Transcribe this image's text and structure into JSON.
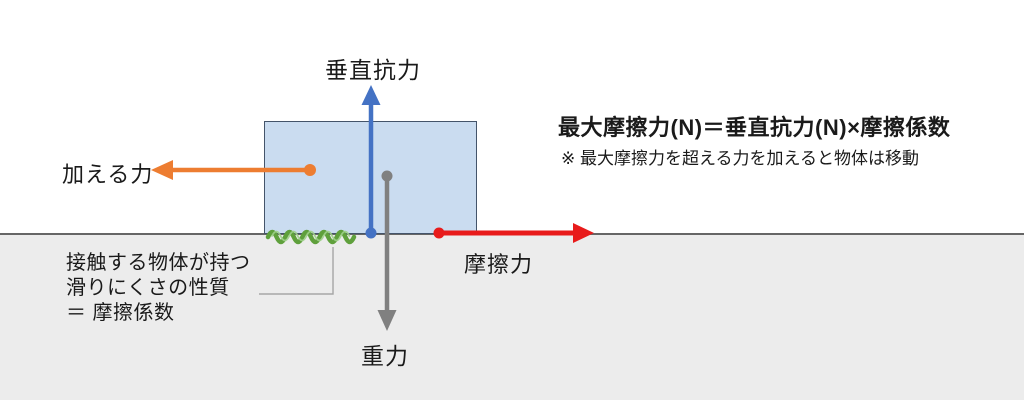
{
  "formula": {
    "line1": "最大摩擦力(N)＝垂直抗力(N)×摩擦係数",
    "line2": "※ 最大摩擦力を超える力を加えると物体は移動"
  },
  "labels": {
    "normal_force": "垂直抗力",
    "applied_force": "加える力",
    "friction_force": "摩擦力",
    "gravity": "重力"
  },
  "note": {
    "line1": "接触する物体が持つ",
    "line2": "滑りにくさの性質",
    "line3": "＝ 摩擦係数"
  },
  "colors": {
    "normal_force": "#4472c4",
    "applied_force": "#ed7d31",
    "friction_force": "#e81b1b",
    "gravity": "#808080",
    "box_fill": "#cadcf0",
    "box_border": "#44546a",
    "ground_fill": "#ececec",
    "ground_line": "#666666",
    "squiggle_dark": "#5fa03c",
    "squiggle_light": "#9fd08a",
    "connector": "#a6a6a6"
  }
}
